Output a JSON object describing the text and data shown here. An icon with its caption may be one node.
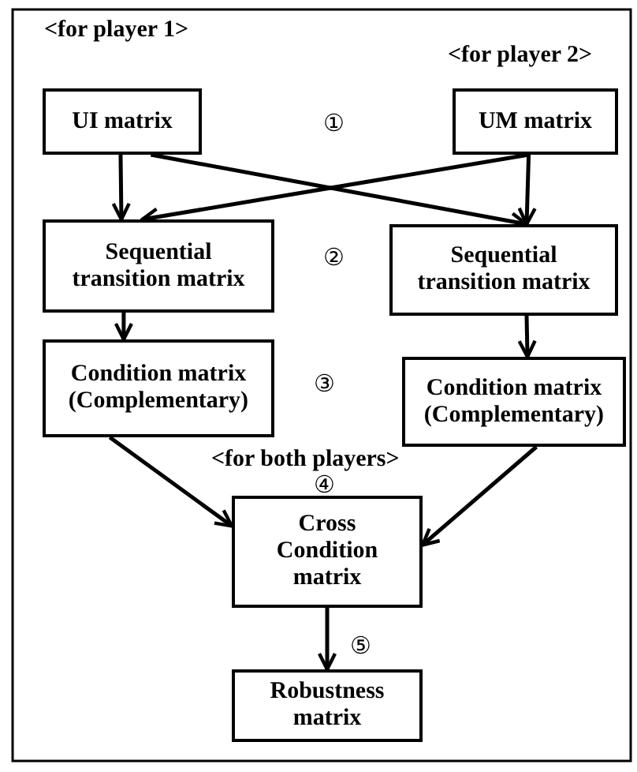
{
  "diagram": {
    "nodes": [
      {
        "text": [
          "UI matrix"
        ]
      },
      {
        "text": [
          "UM matrix"
        ]
      },
      {
        "text": [
          "Sequential transition matrix"
        ]
      },
      {
        "text": [
          "Sequential transition matrix"
        ]
      },
      {
        "text": [
          "Condition matrix (Complementary)"
        ]
      },
      {
        "text": [
          "Condition matrix (Complementary)"
        ]
      },
      {
        "text": [
          "Cross Condition matrix"
        ]
      },
      {
        "text": [
          "Robustness matrix"
        ]
      }
    ],
    "edges": [
      {
        "from": 0,
        "to": 2,
        "arrow": "to"
      },
      {
        "from": 0,
        "to": 3,
        "arrow": "to"
      },
      {
        "from": 1,
        "to": 2,
        "arrow": "to"
      },
      {
        "from": 1,
        "to": 3,
        "arrow": "to"
      },
      {
        "from": 2,
        "to": 4,
        "arrow": "to"
      },
      {
        "from": 3,
        "to": 5,
        "arrow": "to"
      },
      {
        "from": 4,
        "to": 6,
        "arrow": "to"
      },
      {
        "from": 5,
        "to": 6,
        "arrow": "to"
      },
      {
        "from": 6,
        "to": 7,
        "arrow": "to"
      }
    ],
    "labels": [
      "<for player 1>",
      "<for player 2>",
      "①",
      "②",
      "③",
      "<for both players>",
      "④",
      "⑤"
    ]
  }
}
